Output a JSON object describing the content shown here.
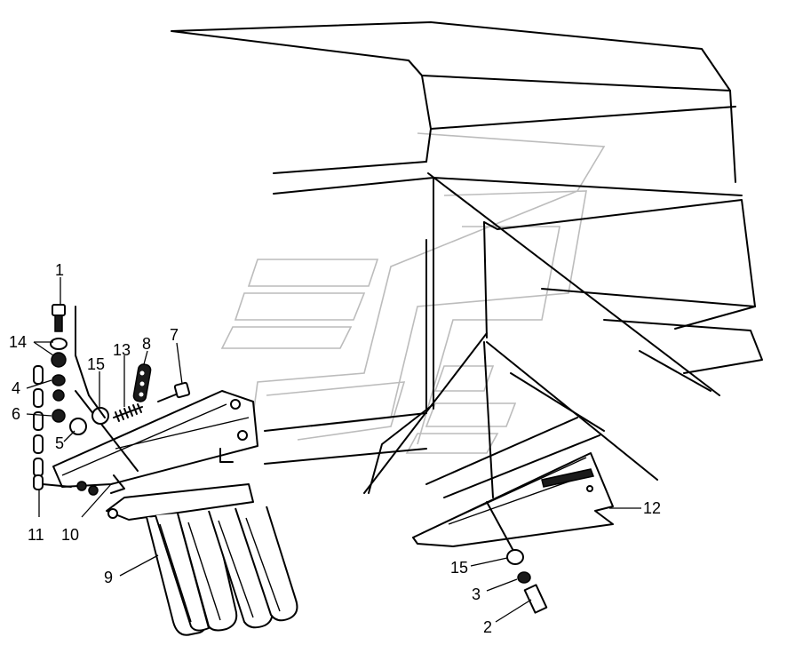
{
  "callouts": [
    {
      "id": "c1",
      "text": "1"
    },
    {
      "id": "c14",
      "text": "14"
    },
    {
      "id": "c4",
      "text": "4"
    },
    {
      "id": "c6",
      "text": "6"
    },
    {
      "id": "c5",
      "text": "5"
    },
    {
      "id": "c15a",
      "text": "15"
    },
    {
      "id": "c13",
      "text": "13"
    },
    {
      "id": "c8",
      "text": "8"
    },
    {
      "id": "c7",
      "text": "7"
    },
    {
      "id": "c11",
      "text": "11"
    },
    {
      "id": "c10",
      "text": "10"
    },
    {
      "id": "c9",
      "text": "9"
    },
    {
      "id": "c12",
      "text": "12"
    },
    {
      "id": "c15b",
      "text": "15"
    },
    {
      "id": "c3",
      "text": "3"
    },
    {
      "id": "c2",
      "text": "2"
    }
  ]
}
